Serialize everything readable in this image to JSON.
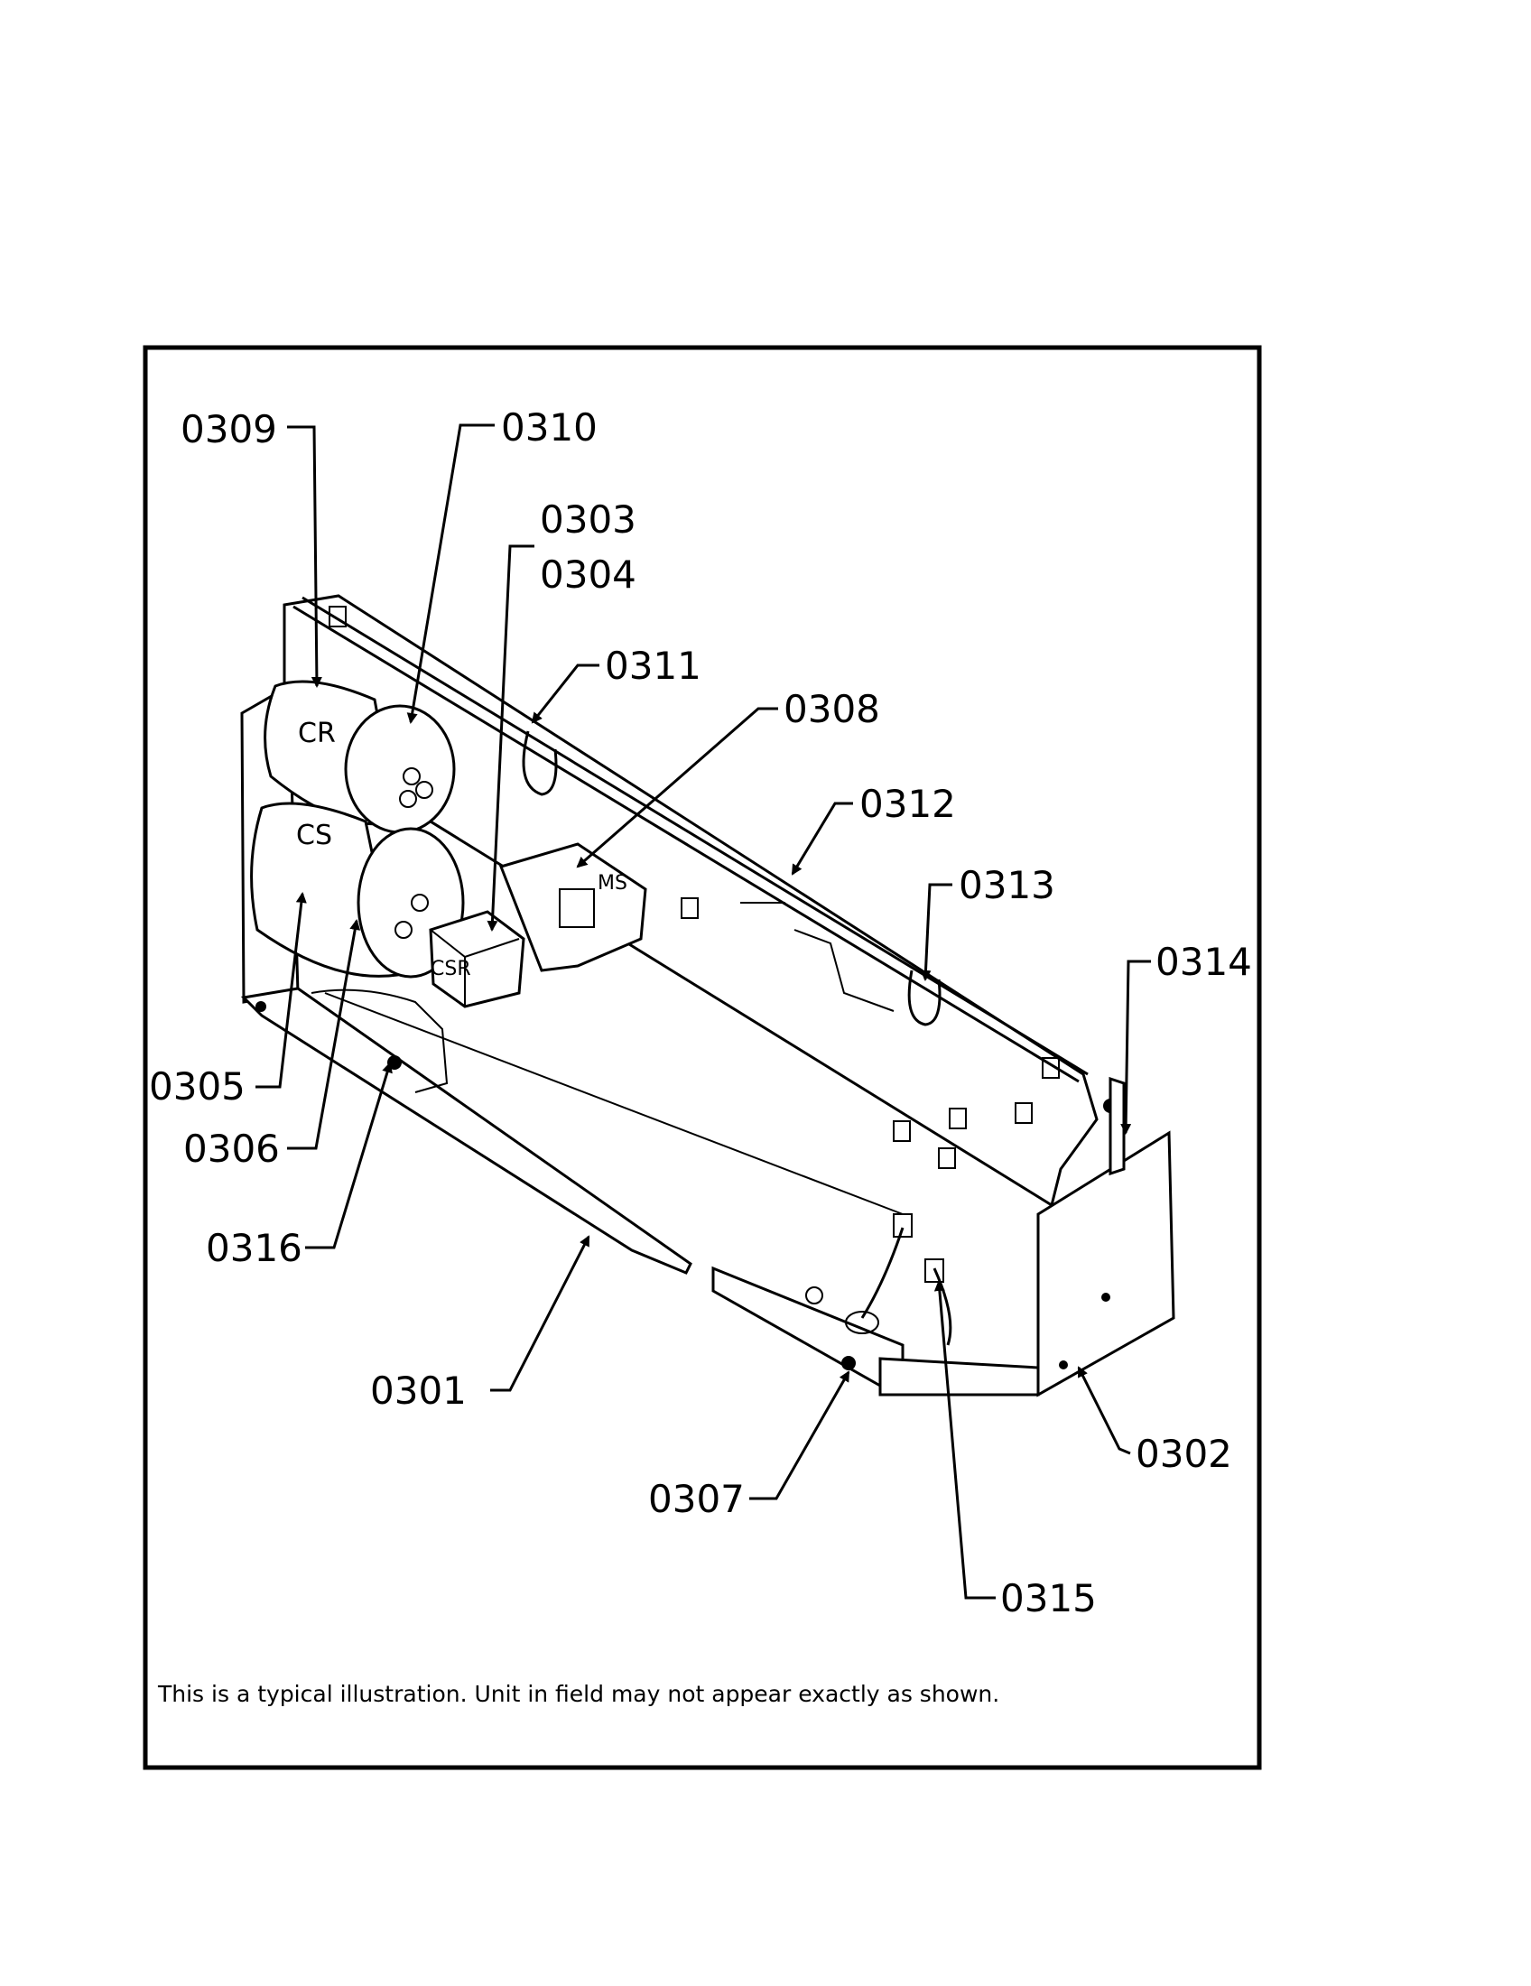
{
  "callouts": {
    "c0309": "0309",
    "c0310": "0310",
    "c0303": "0303",
    "c0304": "0304",
    "c0311": "0311",
    "c0308": "0308",
    "c0312": "0312",
    "c0313": "0313",
    "c0314": "0314",
    "c0305": "0305",
    "c0306": "0306",
    "c0316": "0316",
    "c0301": "0301",
    "c0302": "0302",
    "c0307": "0307",
    "c0315": "0315"
  },
  "component_labels": {
    "cr": "CR",
    "cs": "CS",
    "csr": "CSR",
    "ms": "MS"
  },
  "note": "This is a typical illustration. Unit in field may not appear exactly as shown."
}
